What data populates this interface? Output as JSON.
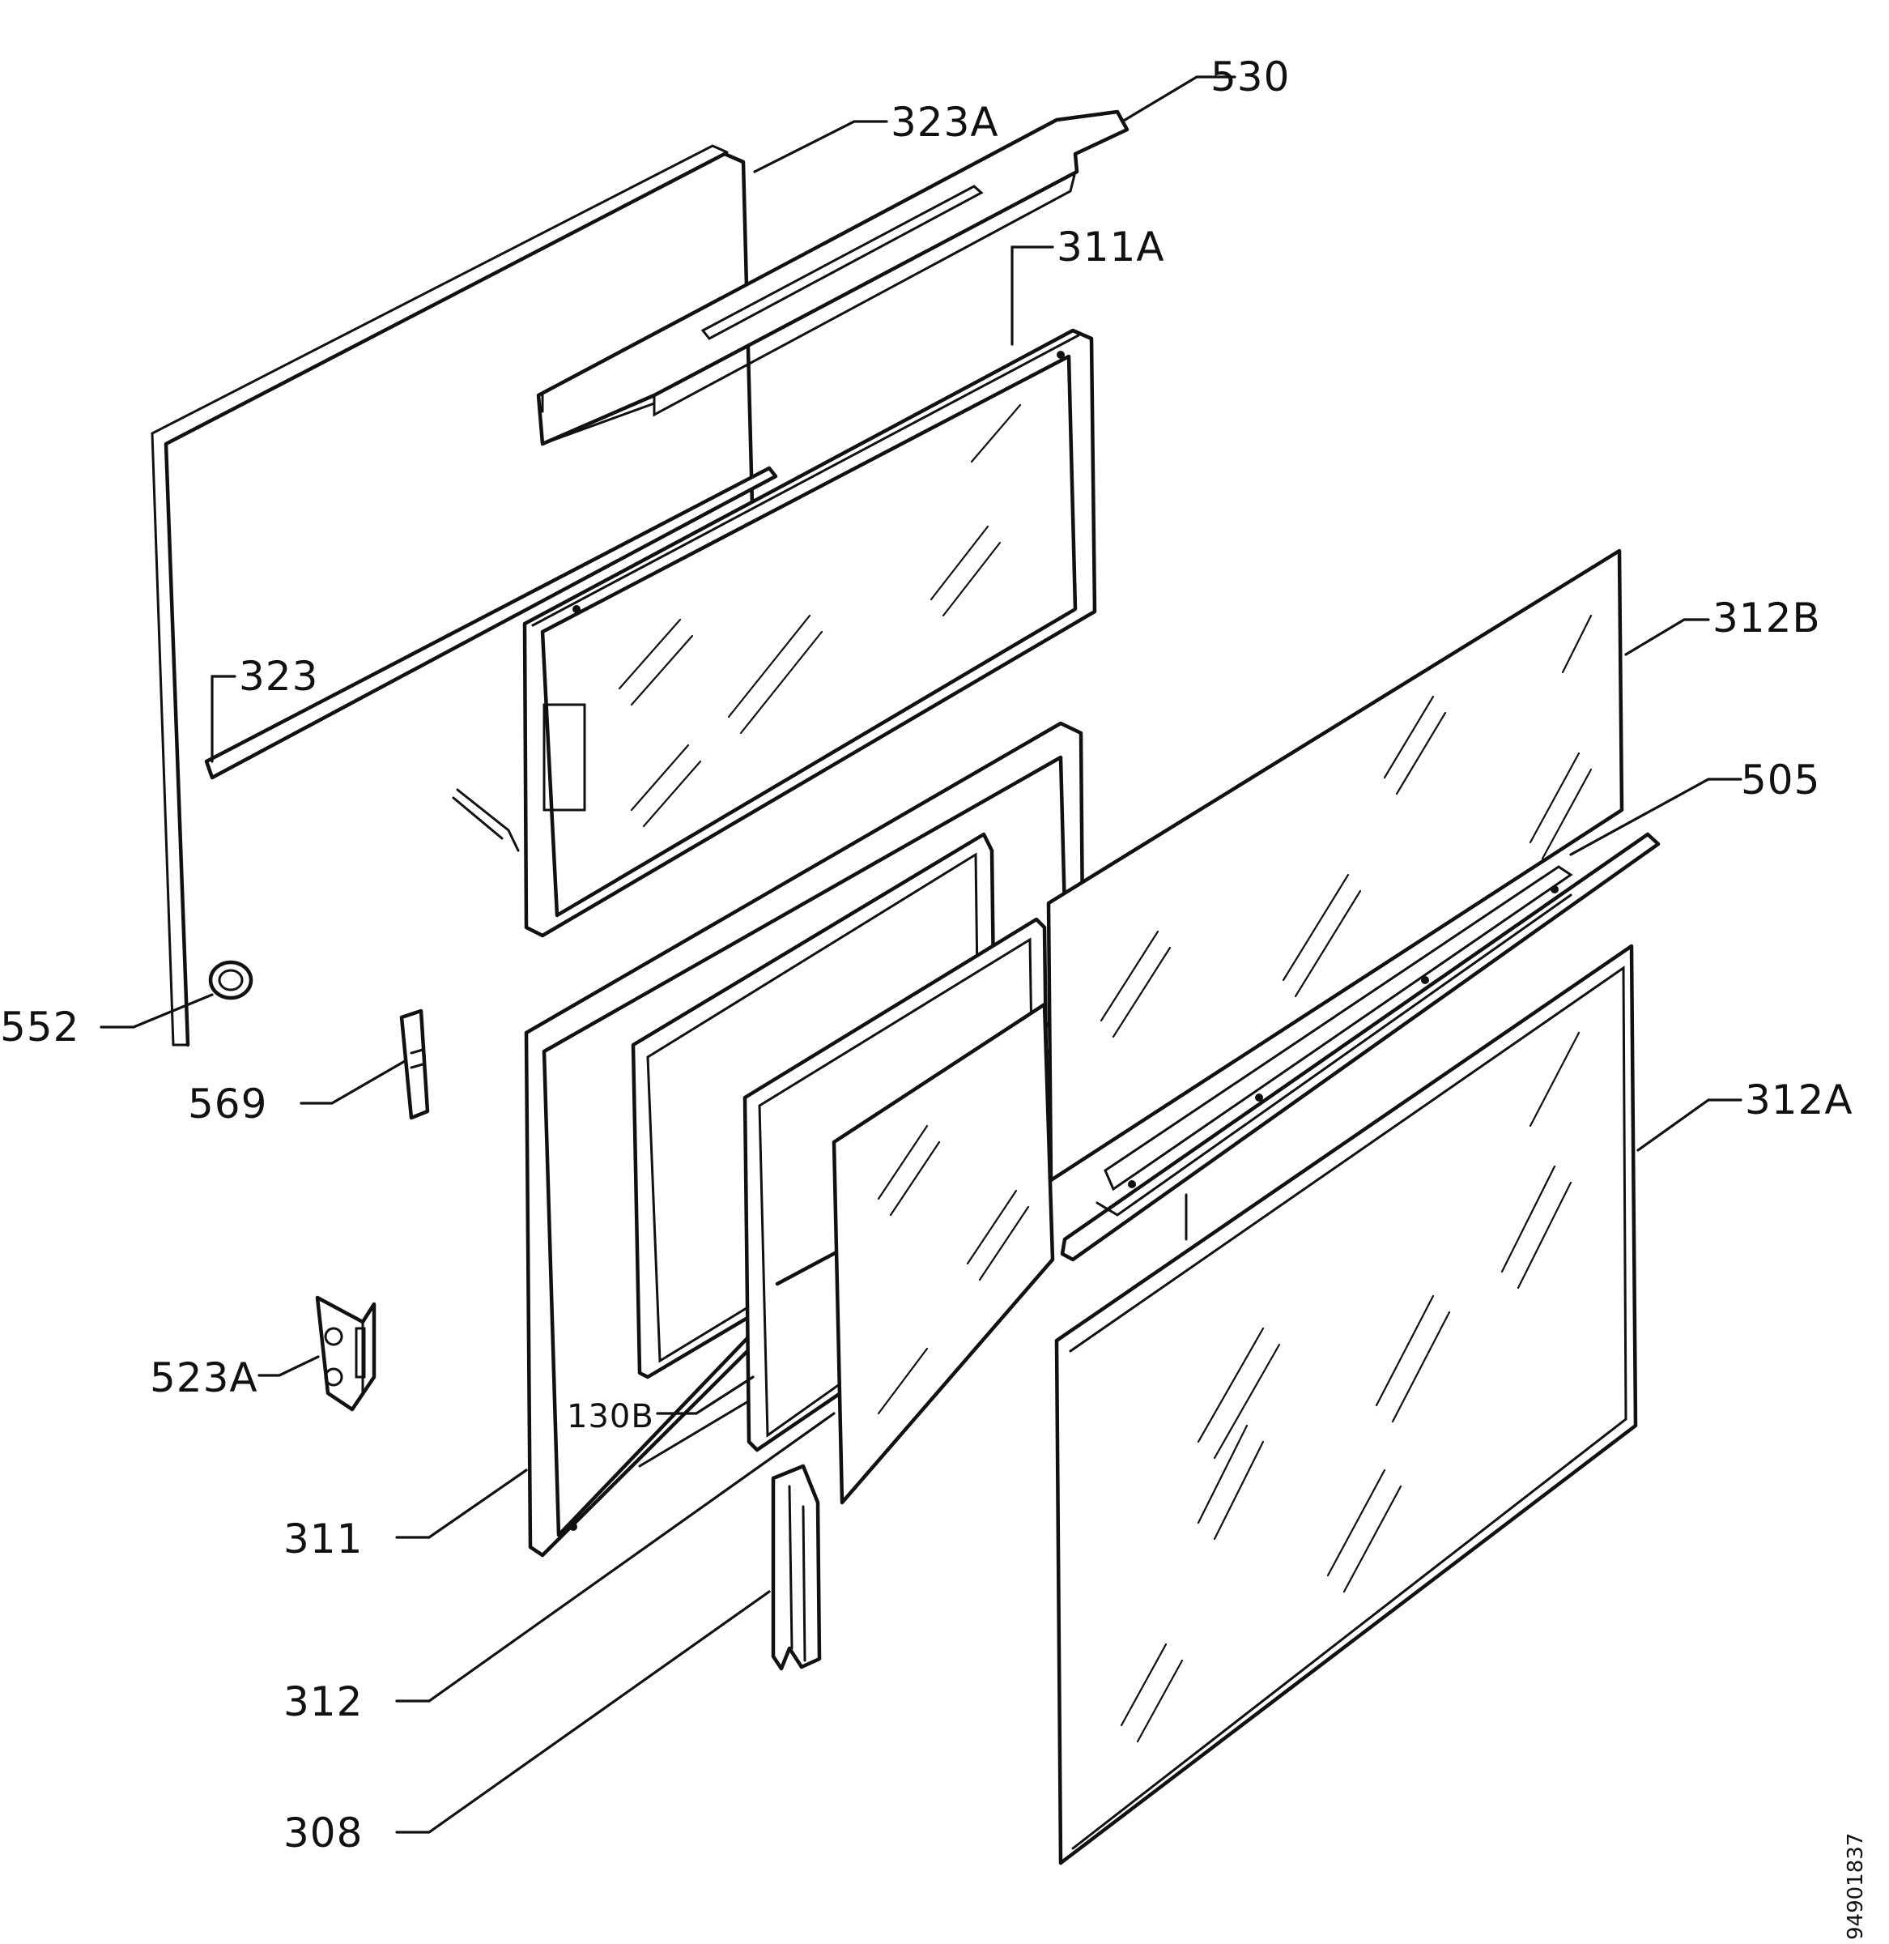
{
  "labels": {
    "p530": "530",
    "p323a": "323A",
    "p311a": "311A",
    "p323": "323",
    "p312b": "312B",
    "p505": "505",
    "p552": "552",
    "p569": "569",
    "p312a": "312A",
    "p523a": "523A",
    "p130b": "130B",
    "p311": "311",
    "p312": "312",
    "p308": "308"
  },
  "document_number": "94901837"
}
